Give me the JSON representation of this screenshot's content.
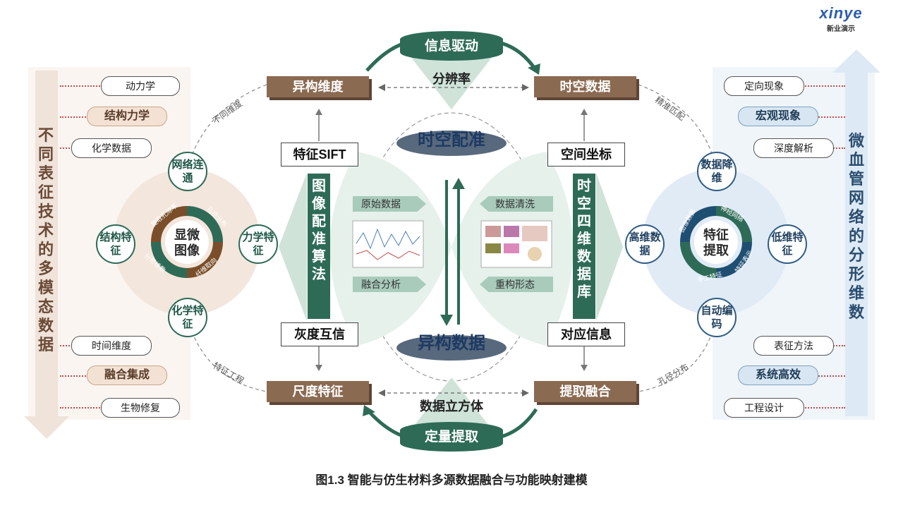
{
  "brand": {
    "logo_text": "xinye",
    "sub_text": "新业演示"
  },
  "caption": "图1.3 智能与仿生材料多源数据融合与功能映射建模",
  "top": {
    "banner": "信息驱动",
    "sub": "分辨率"
  },
  "bottom": {
    "banner": "定量提取",
    "sub": "数据立方体"
  },
  "boxes": {
    "top_left": "异构维度",
    "top_right": "时空数据",
    "bottom_left": "尺度特征",
    "bottom_right": "提取融合"
  },
  "center": {
    "title_top": "时空配准",
    "title_bottom": "异构数据",
    "left_tags": [
      "原始数据",
      "融合分析"
    ],
    "right_tags": [
      "数据清洗",
      "重构形态"
    ]
  },
  "left_panel": {
    "top_white": "特征SIFT",
    "bottom_white": "灰度互信",
    "vertical": "图像配准算法"
  },
  "right_panel": {
    "top_white": "空间坐标",
    "bottom_white": "对应信息",
    "vertical": "时空四维数据库"
  },
  "dash_labels": {
    "tl": "不同维度",
    "tr": "精准匹配",
    "bl": "特征工程",
    "br": "孔径分布"
  },
  "left_cycle": {
    "center": "显微图像",
    "nodes": [
      "网络连通",
      "力学特征",
      "化学特征",
      "结构特征"
    ],
    "ring": [
      "提取孔隙率",
      "孔径分布",
      "纤维取向",
      "分形维数"
    ]
  },
  "right_cycle": {
    "center": "特征提取",
    "nodes": [
      "数据降维",
      "低维特征",
      "自动编码",
      "高维数据"
    ],
    "ring": [
      "神经网络",
      "特征表示",
      "手工特征",
      "图像数据"
    ]
  },
  "left_side": {
    "vertical": "不同表征技术的多模态数据",
    "pills": [
      "动力学",
      "结构力学",
      "化学数据",
      "时间维度",
      "融合集成",
      "生物修复"
    ]
  },
  "right_side": {
    "vertical": "微血管网络的分形维数",
    "pills": [
      "定向现象",
      "宏观现象",
      "深度解析",
      "表征方法",
      "系统高效",
      "工程设计"
    ]
  },
  "colors": {
    "brown": "#8b6a52",
    "green": "#2e6b57",
    "blue": "#2f5c86",
    "red": "#c45050"
  }
}
